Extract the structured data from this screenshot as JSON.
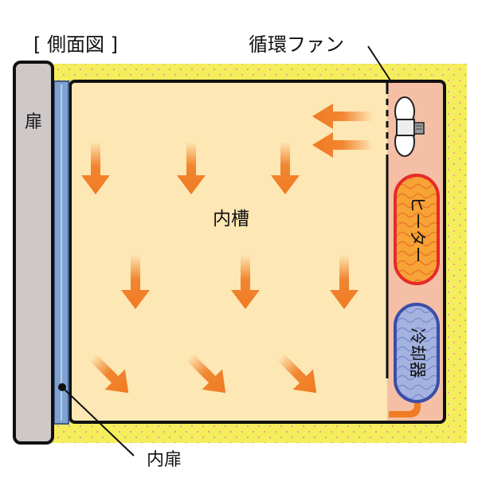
{
  "labels": {
    "view_title": "[ 側面図 ]",
    "fan": "循環ファン",
    "door": "扉",
    "chamber": "内槽",
    "inner_door": "内扉",
    "heater": "ヒーター",
    "cooler": "冷却器"
  },
  "colors": {
    "insulation": "#f4ee5c",
    "insulation_dots": "#e89a9a",
    "chamber": "#fde7b5",
    "duct": "#f4bfa5",
    "door": "#cfc8c8",
    "inner_door": "#7fa2cf",
    "arrow": "#f07b22",
    "heater_fill": "#f8a335",
    "heater_border": "#e62a2a",
    "cooler_fill": "#a4b2e0",
    "cooler_border": "#3a4ea8"
  }
}
